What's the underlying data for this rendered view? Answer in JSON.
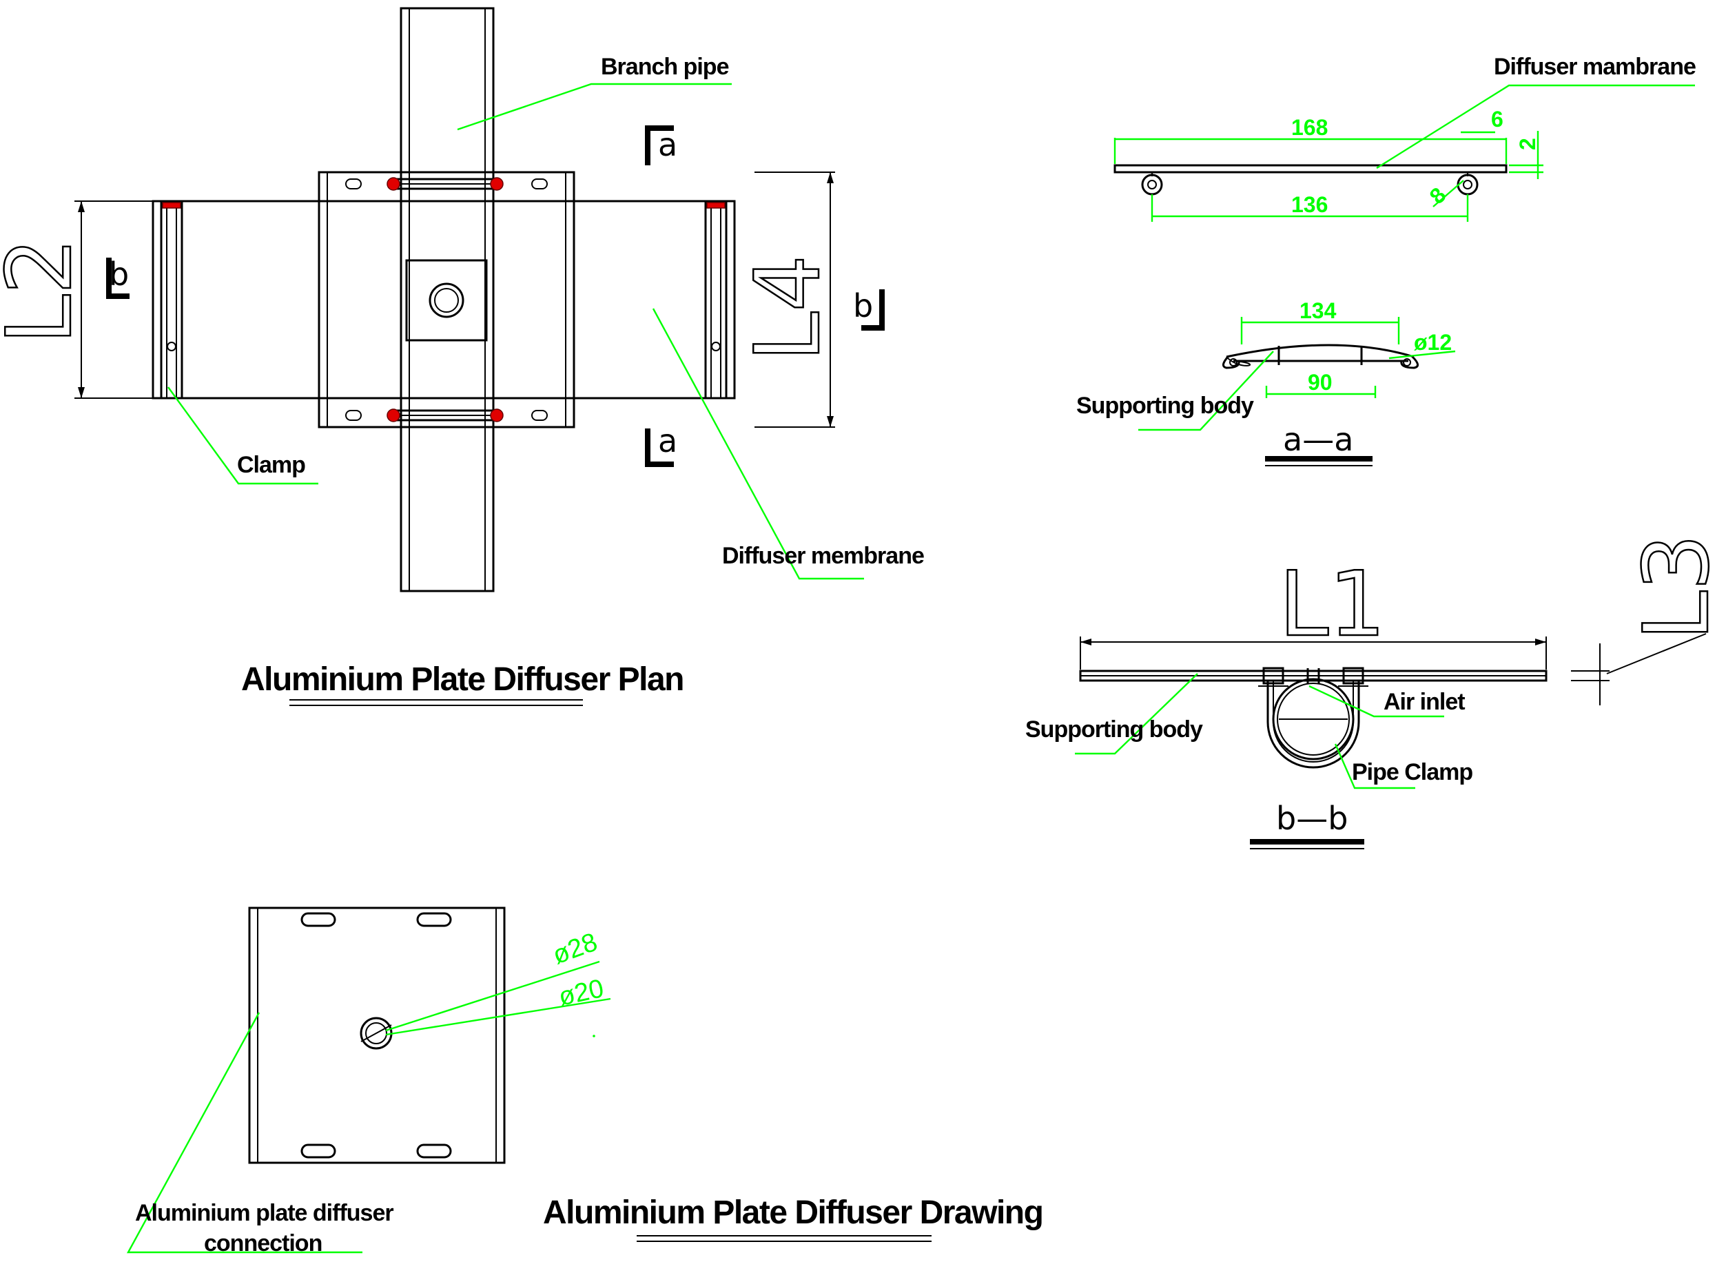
{
  "plan": {
    "title": "Aluminium Plate Diffuser Plan",
    "labels": {
      "branch_pipe": "Branch pipe",
      "clamp": "Clamp",
      "diffuser_membrane": "Diffuser membrane"
    },
    "dims": {
      "l2": "L2",
      "l4": "L4"
    },
    "section_marks": {
      "a": "a",
      "b": "b"
    }
  },
  "section_top": {
    "label": "Diffuser mambrane",
    "dims": {
      "d168": "168",
      "d136": "136",
      "d6": "6",
      "d2": "2",
      "d8": "8"
    }
  },
  "section_aa": {
    "name": "a—a",
    "label": "Supporting body",
    "dims": {
      "d134": "134",
      "d90": "90",
      "d12": "ø12"
    }
  },
  "section_bb": {
    "name": "b—b",
    "labels": {
      "supporting_body": "Supporting body",
      "air_inlet": "Air inlet",
      "pipe_clamp": "Pipe Clamp"
    },
    "dims": {
      "l1": "L1",
      "l3": "L3"
    }
  },
  "connection": {
    "title": "Aluminium Plate Diffuser Drawing",
    "label_line1": "Aluminium plate diffuser",
    "label_line2": "connection",
    "dims": {
      "d28": "ø28",
      "d20": "ø20"
    }
  },
  "colors": {
    "leader": "#00ff00",
    "line": "#000000",
    "bolt": "#e00000"
  }
}
